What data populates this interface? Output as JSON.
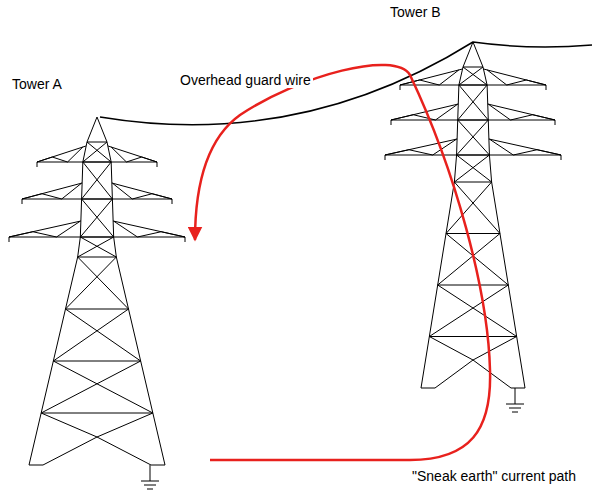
{
  "diagram": {
    "labels": [
      "Tower A",
      "Tower B",
      "Overhead guard wire",
      "\"Sneak earth\" current path"
    ]
  }
}
